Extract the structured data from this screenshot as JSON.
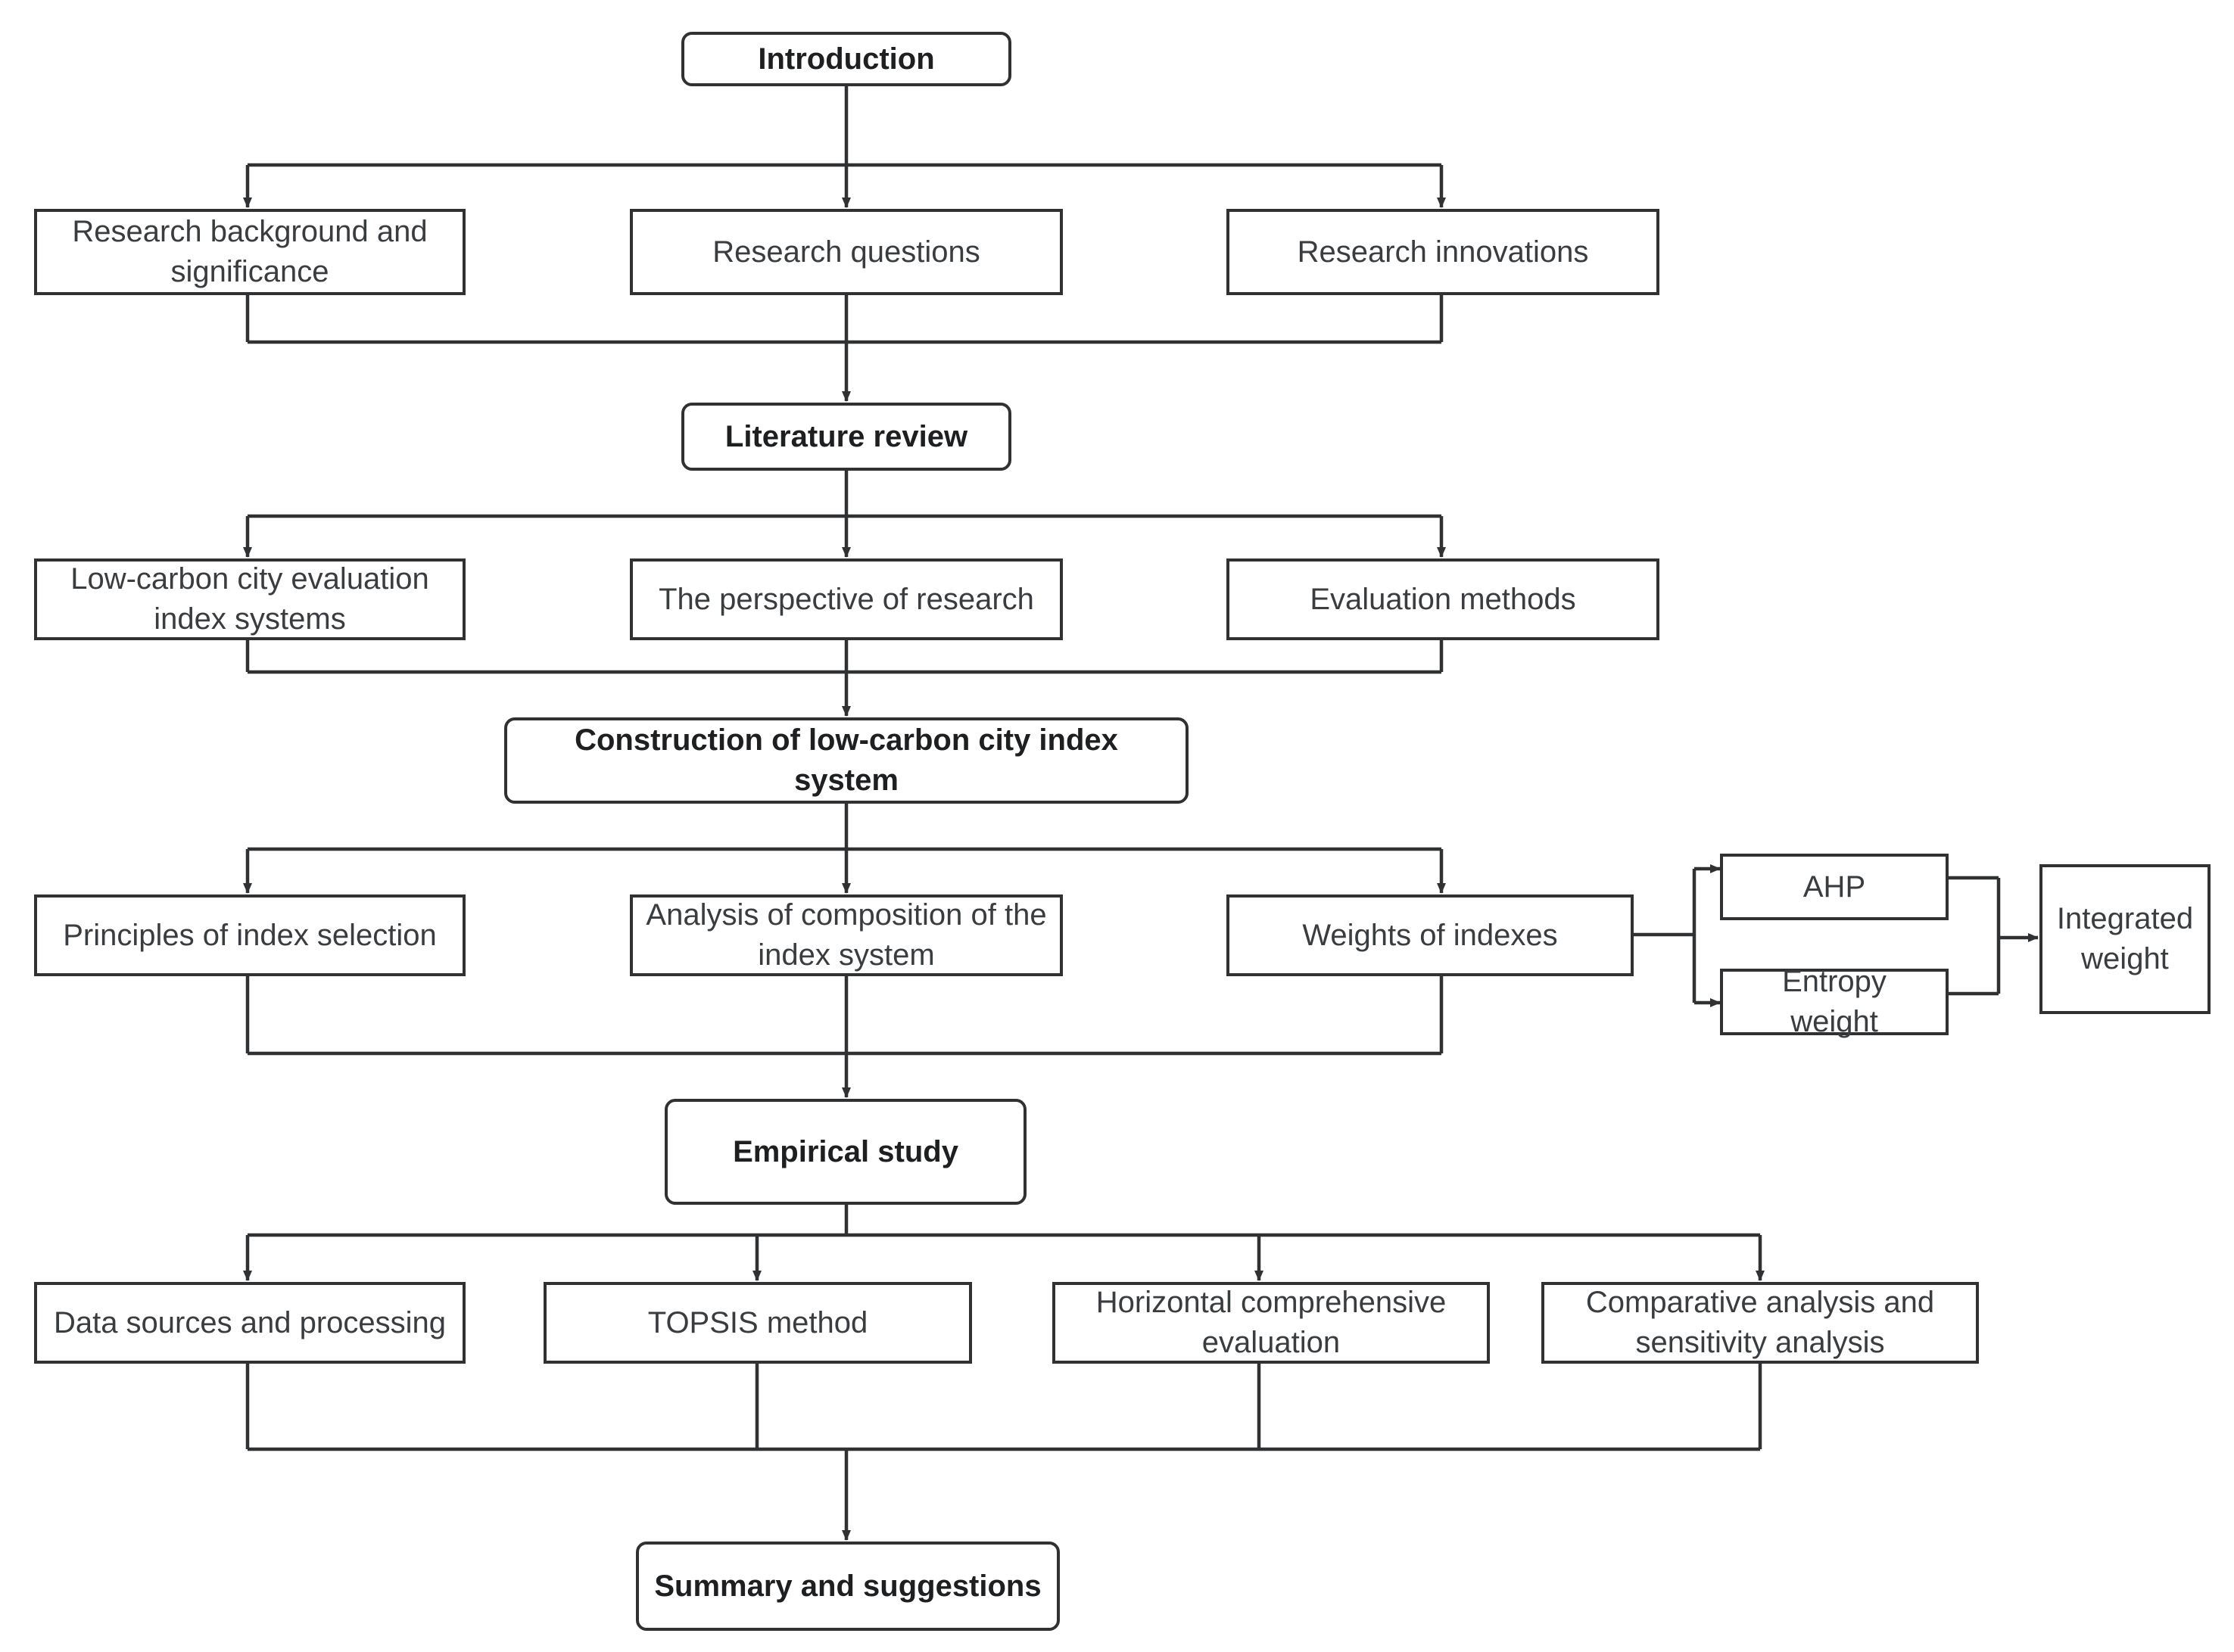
{
  "diagram": {
    "title": "Research framework flowchart",
    "colors": {
      "stroke": "#2f3133",
      "text": "#3a3d40",
      "stage_text": "#1d1f21",
      "background": "#ffffff"
    },
    "nodes": {
      "introduction": "Introduction",
      "research_background": "Research background and\nsignificance",
      "research_questions": "Research questions",
      "research_innovations": "Research innovations",
      "literature_review": "Literature review",
      "index_systems": "Low-carbon city evaluation\nindex systems",
      "perspective": "The perspective of research",
      "evaluation_methods": "Evaluation methods",
      "construction": "Construction of low-carbon city index system",
      "principles": "Principles of index selection",
      "composition": "Analysis of composition of the\nindex system",
      "weights": "Weights of indexes",
      "ahp": "AHP",
      "entropy": "Entropy weight",
      "integrated": "Integrated\nweight",
      "empirical": "Empirical study",
      "data_sources": "Data sources and processing",
      "topsis": "TOPSIS method",
      "horizontal": "Horizontal comprehensive\nevaluation",
      "comparative": "Comparative analysis and\nsensitivity analysis",
      "summary": "Summary and suggestions"
    }
  }
}
